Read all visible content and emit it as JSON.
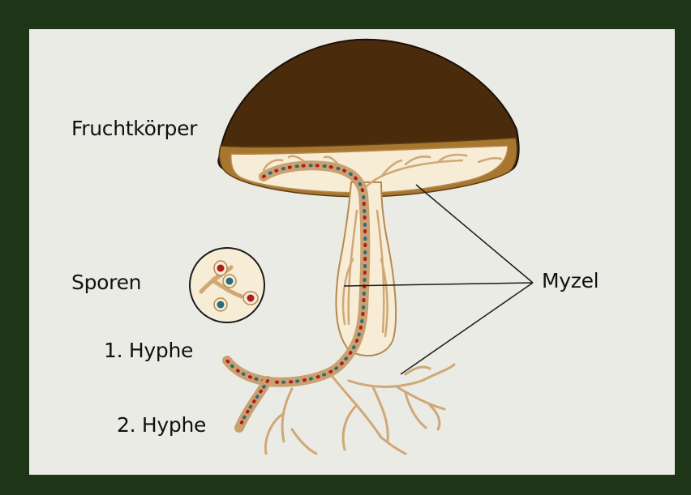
{
  "labels": {
    "fruiting_body": "Fruchtkörper",
    "spores": "Sporen",
    "hypha_1": "1. Hyphe",
    "hypha_2": "2. Hyphe",
    "mycelium": "Myzel"
  },
  "colors": {
    "frame": "#1f3517",
    "background": "#ebebe6",
    "cap": "#4a2b0c",
    "cap_rim": "#a8772f",
    "flesh": "#f7ecd6",
    "hyphae": "#cfa876",
    "spore_red": "#b01c1c",
    "spore_teal": "#2c6c7c"
  }
}
